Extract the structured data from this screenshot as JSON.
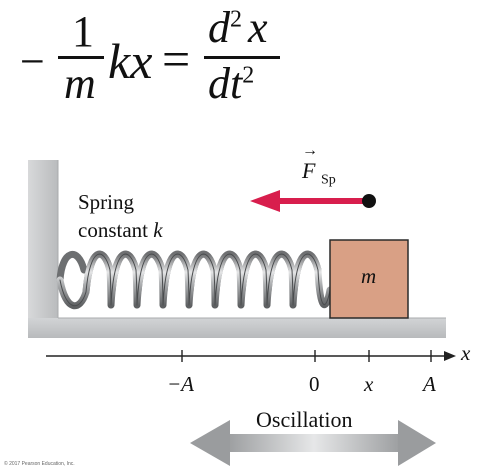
{
  "equation": {
    "minus": "−",
    "left_numerator": "1",
    "left_denominator": "m",
    "kx": "kx",
    "equals": "=",
    "right_numerator_d": "d",
    "right_numerator_sup": "2",
    "right_numerator_x": "x",
    "right_denominator_dt": "dt",
    "right_denominator_sup": "2"
  },
  "force": {
    "symbol": "F",
    "subscript": "Sp",
    "arrow_color": "#d81e4d"
  },
  "spring": {
    "label_line1": "Spring",
    "label_line2": "constant ",
    "label_k": "k"
  },
  "block": {
    "label": "m",
    "color": "#d9a085"
  },
  "axis": {
    "label": "x",
    "ticks": [
      {
        "label": "−A"
      },
      {
        "label": "0"
      },
      {
        "label": "x"
      },
      {
        "label": "A"
      }
    ]
  },
  "oscillation": {
    "label": "Oscillation"
  },
  "copyright": "© 2017 Pearson Education, Inc."
}
